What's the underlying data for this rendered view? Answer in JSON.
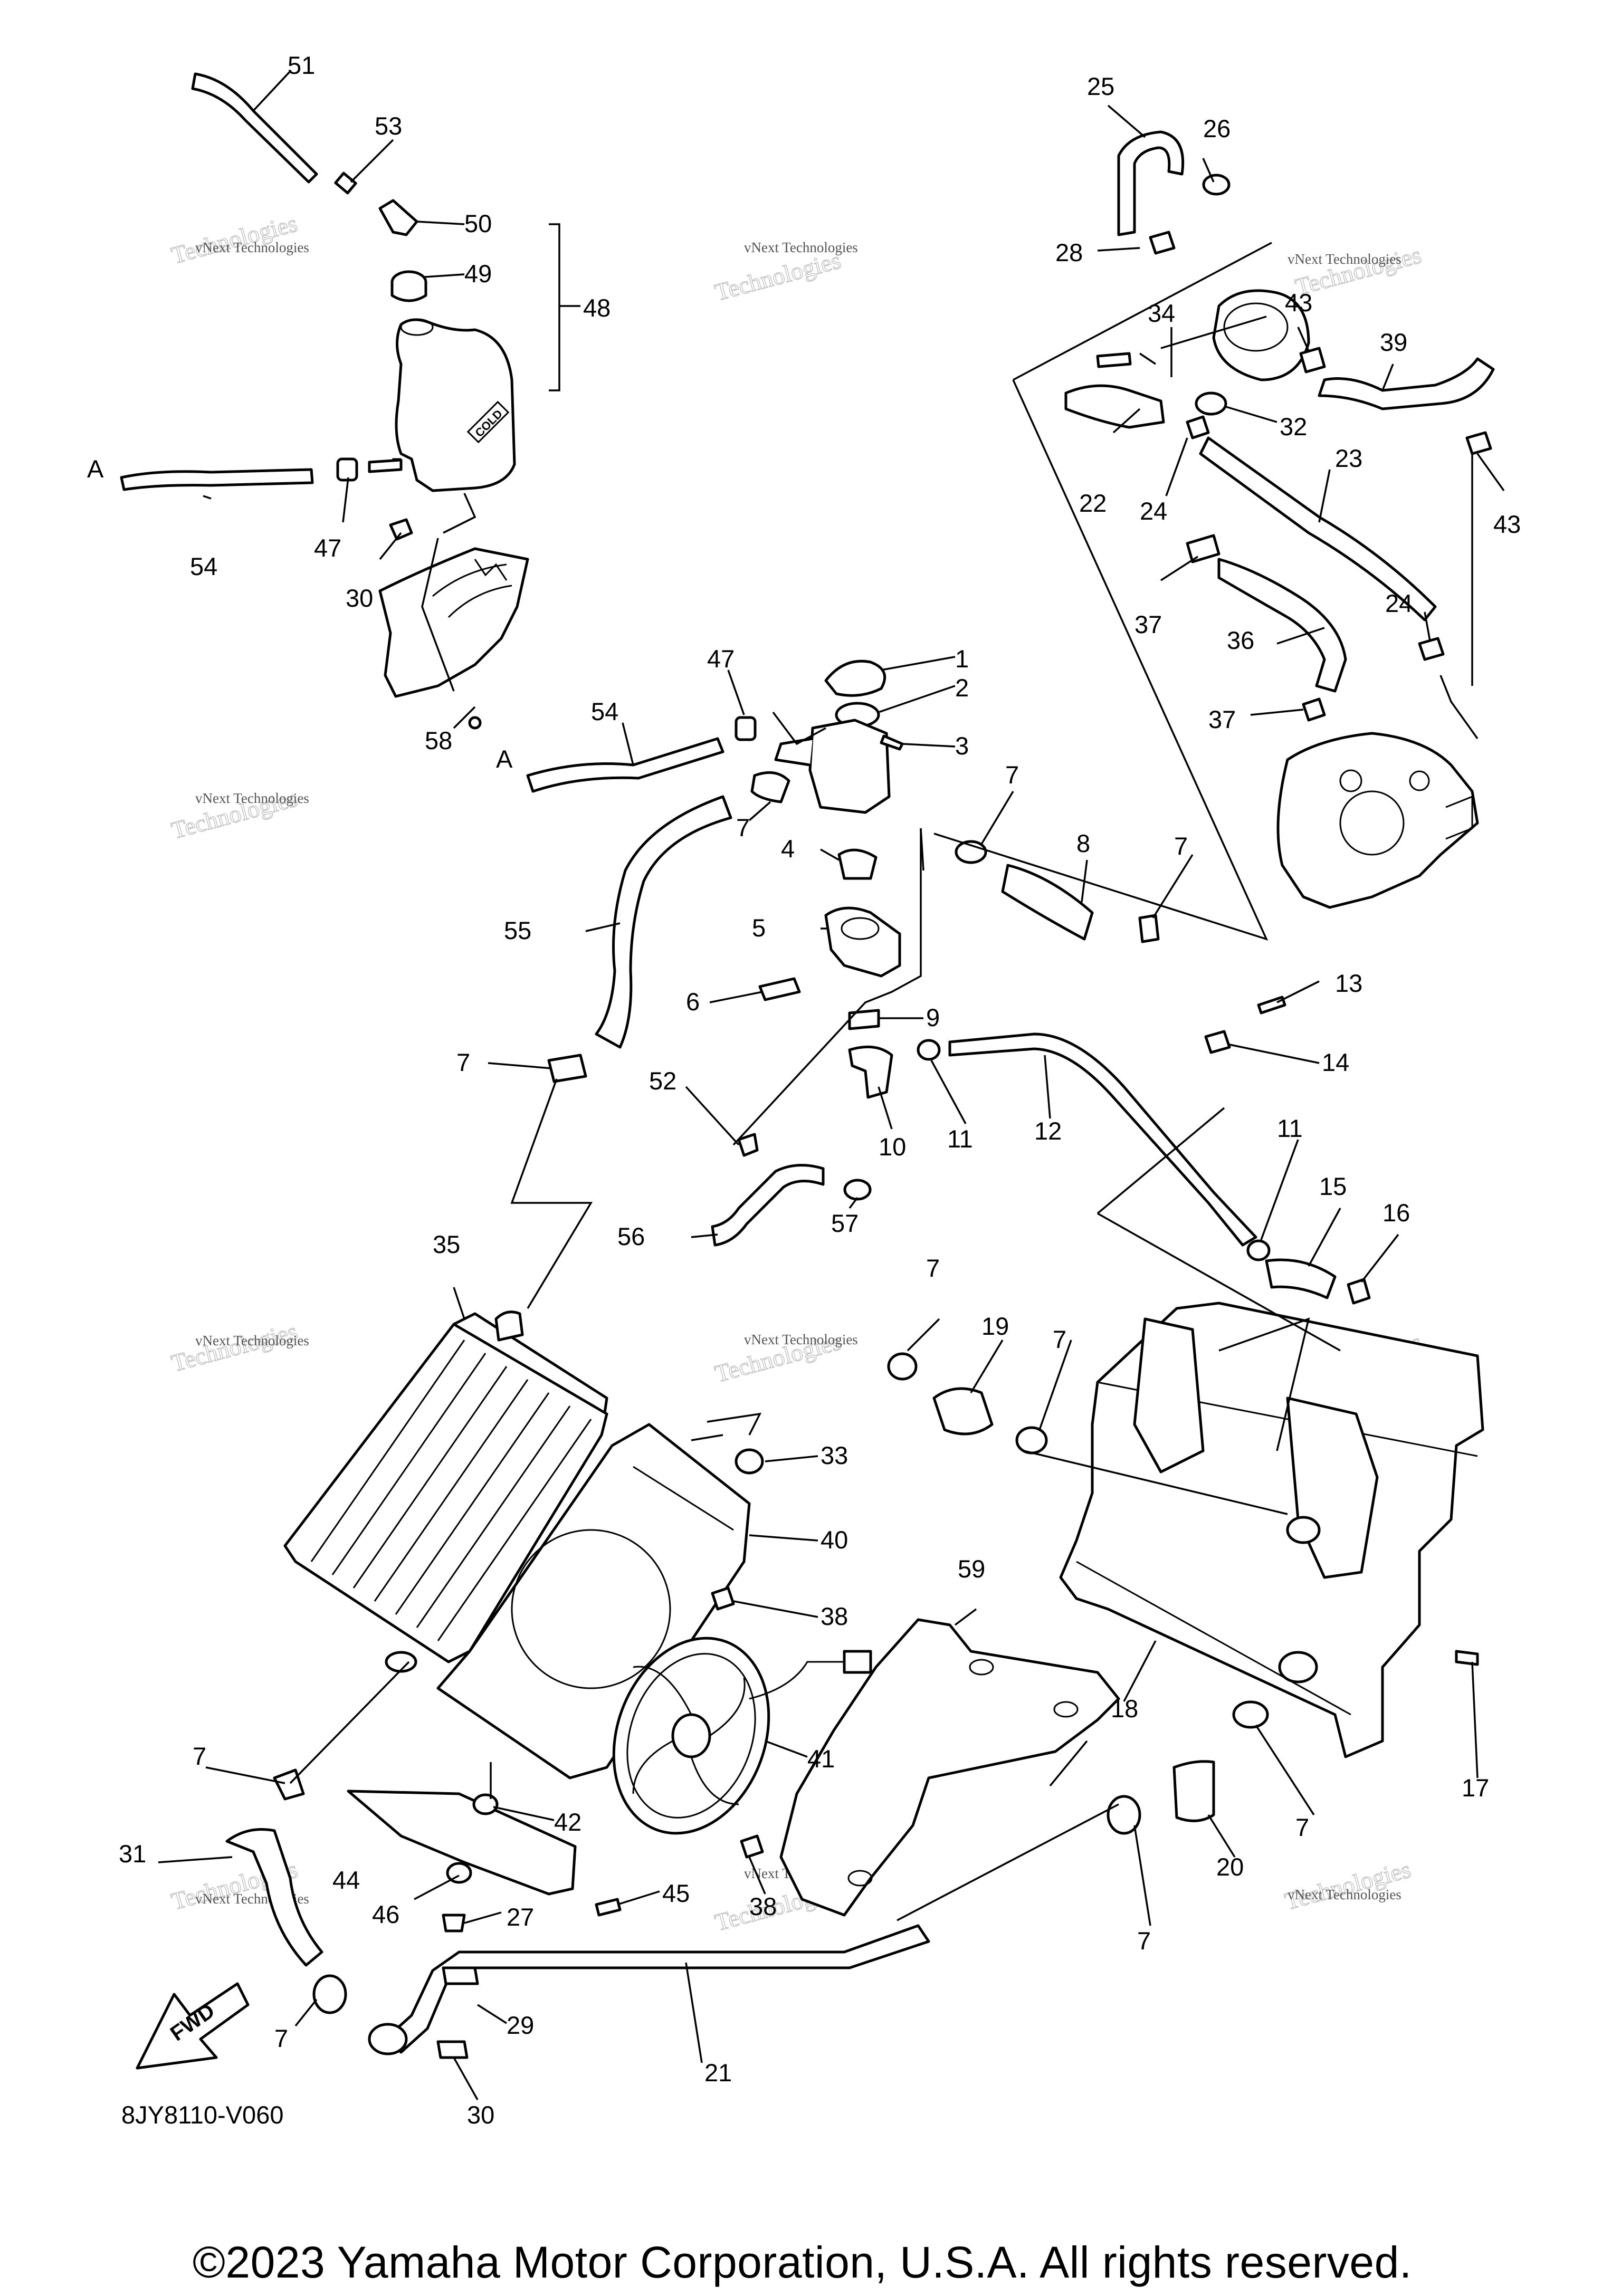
{
  "diagram": {
    "drawing_code": "8JY8110-V060",
    "fwd_label": "FWD",
    "tank_label": "COLD",
    "connector_label": "A",
    "watermark_small": "vNext Technologies",
    "watermark_large": "Technologies",
    "callouts": [
      "1",
      "2",
      "3",
      "4",
      "5",
      "6",
      "7",
      "8",
      "9",
      "10",
      "11",
      "12",
      "13",
      "14",
      "15",
      "16",
      "17",
      "18",
      "19",
      "20",
      "21",
      "22",
      "23",
      "24",
      "25",
      "26",
      "27",
      "28",
      "29",
      "30",
      "31",
      "32",
      "33",
      "34",
      "35",
      "36",
      "37",
      "38",
      "39",
      "40",
      "41",
      "42",
      "43",
      "44",
      "45",
      "46",
      "47",
      "48",
      "49",
      "50",
      "51",
      "52",
      "53",
      "54",
      "55",
      "56",
      "57",
      "58",
      "59"
    ]
  },
  "footer": {
    "copyright": "©2023 Yamaha Motor Corporation, U.S.A. All rights reserved."
  }
}
